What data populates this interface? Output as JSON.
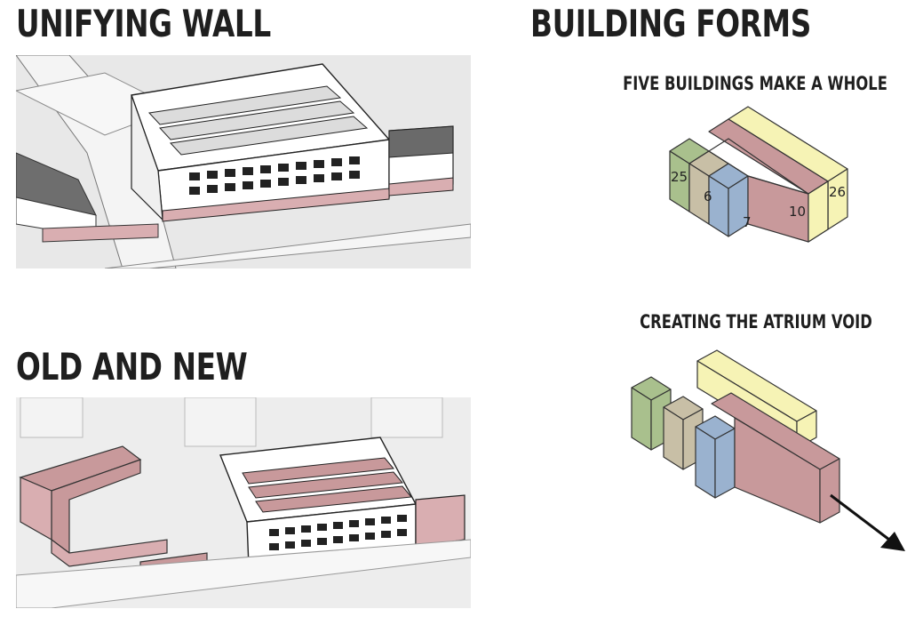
{
  "headings": {
    "unifying_wall": "UNIFYING WALL",
    "old_and_new": "OLD AND NEW",
    "building_forms": "BUILDING FORMS"
  },
  "subheadings": {
    "five_buildings": "FIVE BUILDINGS MAKE A WHOLE",
    "atrium_void": "CREATING THE ATRIUM VOID"
  },
  "block_labels": [
    "25",
    "6",
    "7",
    "10",
    "26"
  ],
  "colors": {
    "green": "#a9c08d",
    "taupe": "#c8bfa6",
    "blue": "#9ab2cf",
    "rose": "#c8999b",
    "yellow": "#f6f3b5",
    "wall_pink": "#d9aeb1",
    "pavement": "#e6e6e6",
    "roof_dark": "#6a6a6a"
  }
}
